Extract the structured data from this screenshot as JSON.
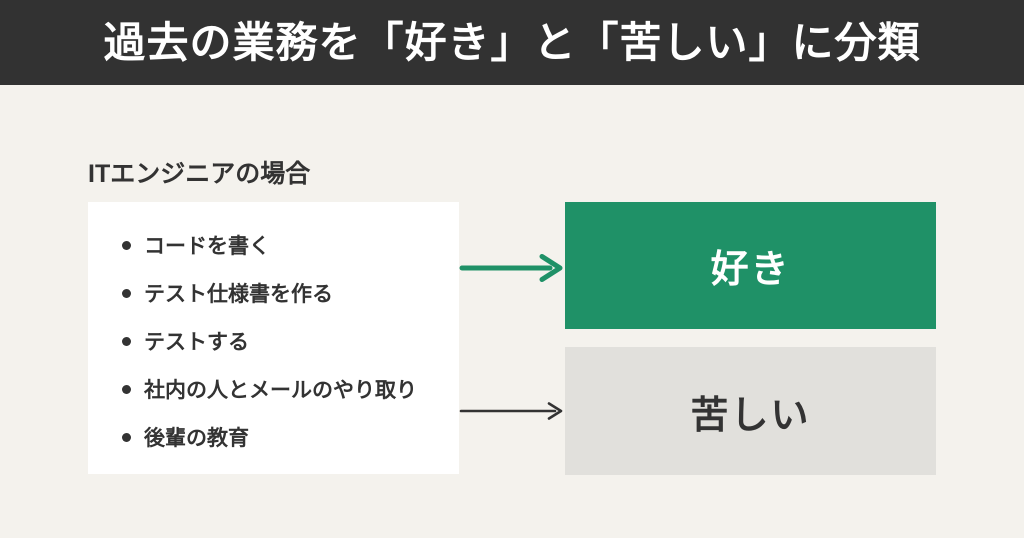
{
  "colors": {
    "header_bg": "#323232",
    "page_bg": "#f4f2ed",
    "card_bg": "#ffffff",
    "green": "#1f9167",
    "gray_box": "#e1e0dc",
    "text_dark": "#333333",
    "text_light": "#ffffff"
  },
  "header": {
    "title": "過去の業務を「好き」と「苦しい」に分類"
  },
  "example": {
    "caption": "ITエンジニアの場合",
    "items": [
      "コードを書く",
      "テスト仕様書を作る",
      "テストする",
      "社内の人とメールのやり取り",
      "後輩の教育"
    ]
  },
  "categories": {
    "like": {
      "label": "好き"
    },
    "painful": {
      "label": "苦しい"
    }
  }
}
